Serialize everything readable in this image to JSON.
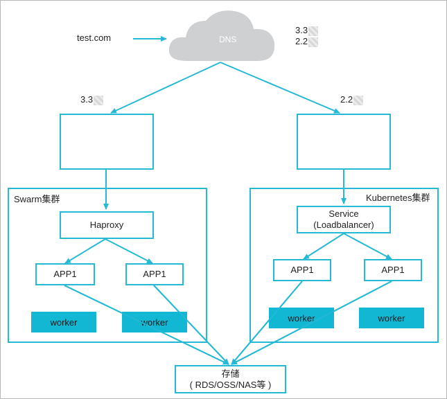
{
  "domain_label": "test.com",
  "dns": {
    "label": "DNS"
  },
  "dns_records": [
    "3.3",
    "2.2"
  ],
  "left_ip": "3.3",
  "right_ip": "2.2",
  "left_group": {
    "title": "Swarm集群",
    "proxy": "Haproxy",
    "apps": [
      "APP1",
      "APP1"
    ],
    "workers": [
      "worker",
      "worker"
    ]
  },
  "right_group": {
    "title": "Kubernetes集群",
    "service_line1": "Service",
    "service_line2": "(Loadbalancer)",
    "apps": [
      "APP1",
      "APP1"
    ],
    "workers": [
      "worker",
      "worker"
    ]
  },
  "storage": {
    "line1": "存储",
    "line2": "( RDS/OSS/NAS等 )"
  },
  "colors": {
    "accent": "#26b9d4",
    "worker_fill": "#11b7d3",
    "cloud": "#cfd0d2"
  },
  "icons": [
    "cloud-icon",
    "cluster-triangle-icon"
  ]
}
